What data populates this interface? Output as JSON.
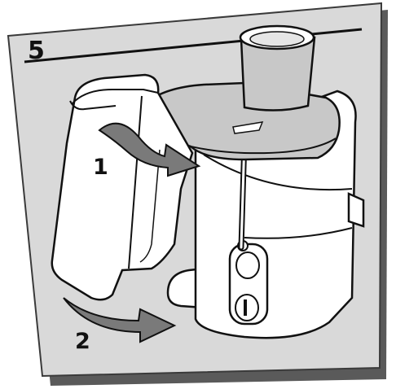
{
  "step": {
    "number": "5"
  },
  "callouts": [
    {
      "label": "1"
    },
    {
      "label": "2"
    }
  ],
  "colors": {
    "card": "#d9d9d9",
    "card_edge": "#4a4a4a",
    "shadow": "#5a5a5a",
    "appliance": "#ffffff",
    "lid": "#c8c8c8",
    "arrow": "#7a7a7a",
    "outline": "#111111"
  }
}
